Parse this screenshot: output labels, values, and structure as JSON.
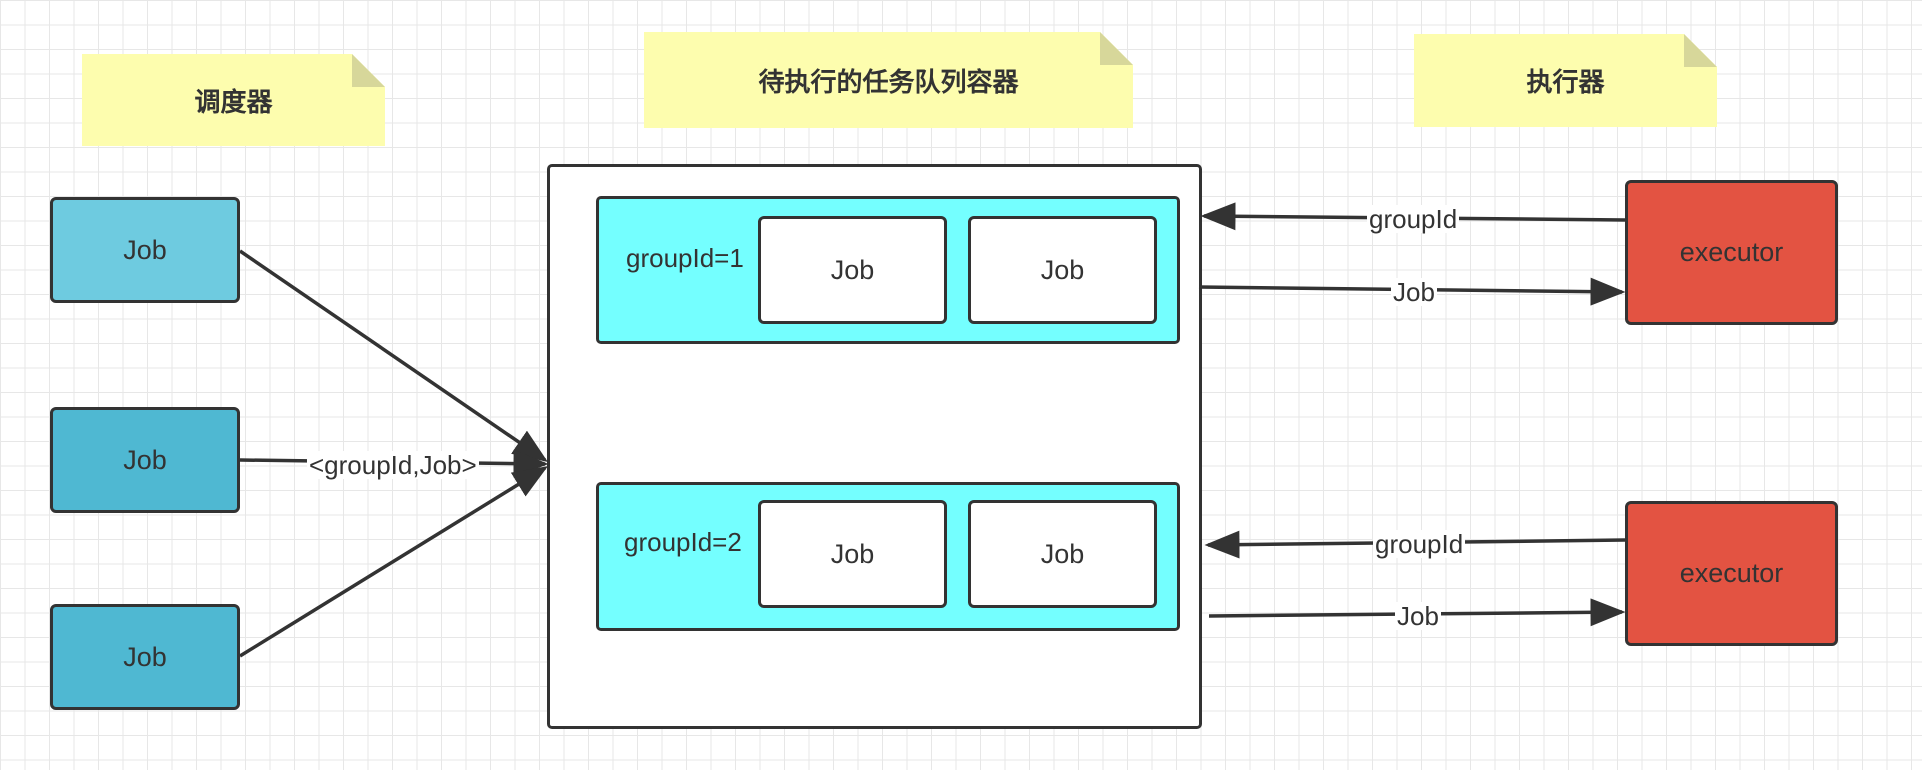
{
  "notes": {
    "scheduler": "调度器",
    "queue_container": "待执行的任务队列容器",
    "executor_group": "执行器"
  },
  "sources": {
    "job1": "Job",
    "job2": "Job",
    "job3": "Job"
  },
  "edge_labels": {
    "submit": "<groupId,Job>",
    "pull_group_1": "groupId",
    "deliver_job_1": "Job",
    "pull_group_2": "groupId",
    "deliver_job_2": "Job"
  },
  "groups": [
    {
      "label": "groupId=1",
      "jobs": [
        "Job",
        "Job"
      ]
    },
    {
      "label": "groupId=2",
      "jobs": [
        "Job",
        "Job"
      ]
    }
  ],
  "executors": {
    "executor1": "executor",
    "executor2": "executor"
  },
  "colors": {
    "note": "#fdfdae",
    "source_job_light": "#6ecbe0",
    "source_job": "#4fb8d2",
    "group": "#74ffff",
    "executor": "#e35342",
    "stroke": "#333333"
  }
}
